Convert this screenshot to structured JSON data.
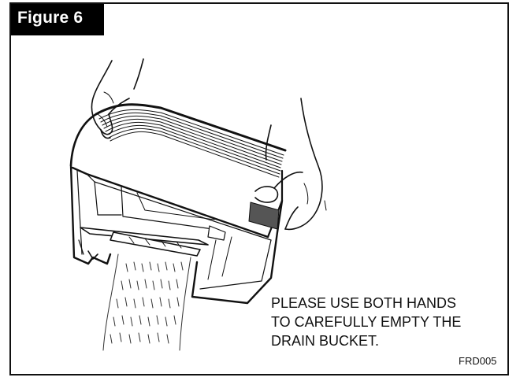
{
  "figure": {
    "title": "Figure 6",
    "caption_lines": [
      "PLEASE USE BOTH HANDS",
      "TO CAREFULLY EMPTY THE",
      "DRAIN BUCKET."
    ],
    "code": "FRD005"
  },
  "colors": {
    "frame": "#111111",
    "tab": "#000000",
    "tab_text": "#ffffff"
  }
}
